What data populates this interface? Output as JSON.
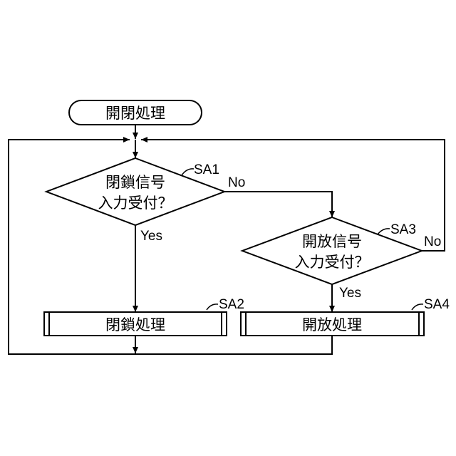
{
  "flowchart": {
    "start": {
      "label": "開閉処理"
    },
    "decision_close": {
      "line1": "閉鎖信号",
      "line2": "入力受付？",
      "ref": "SA1",
      "yes": "Yes",
      "no": "No"
    },
    "decision_open": {
      "line1": "開放信号",
      "line2": "入力受付？",
      "ref": "SA3",
      "yes": "Yes",
      "no": "No"
    },
    "process_close": {
      "label": "閉鎖処理",
      "ref": "SA2"
    },
    "process_open": {
      "label": "開放処理",
      "ref": "SA4"
    }
  },
  "colors": {
    "stroke": "#000000",
    "background": "#ffffff"
  }
}
